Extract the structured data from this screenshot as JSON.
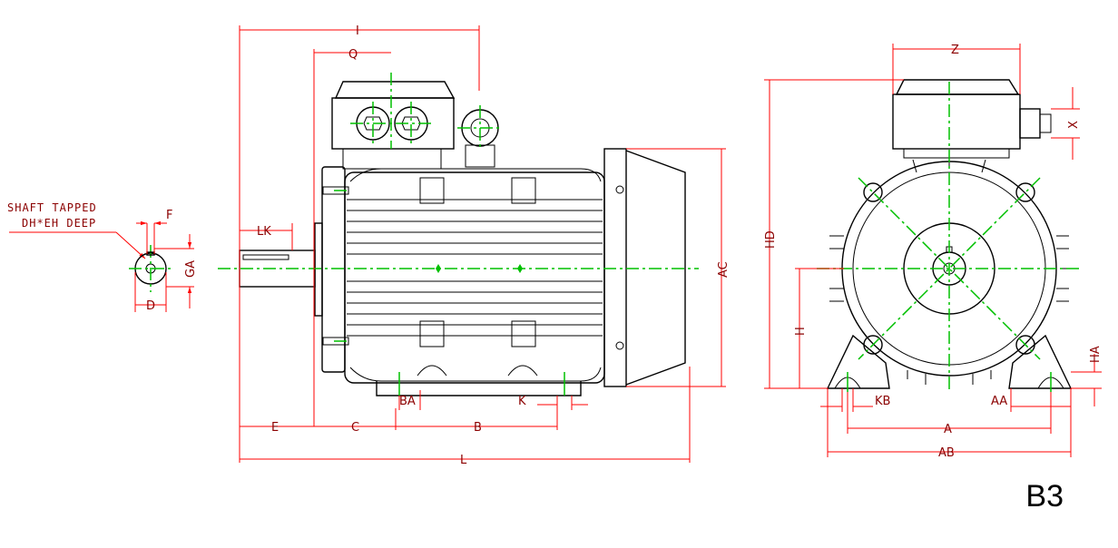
{
  "shaft_note": {
    "line1": "SHAFT TAPPED",
    "line2": "DH*EH DEEP"
  },
  "dims": {
    "F": "F",
    "GA": "GA",
    "D": "D",
    "I": "I",
    "Q": "Q",
    "LK": "LK",
    "AC": "AC",
    "BA": "BA",
    "K": "K",
    "E": "E",
    "C": "C",
    "B": "B",
    "L": "L",
    "Z": "Z",
    "X": "X",
    "HD": "HD",
    "H": "H",
    "HA": "HA",
    "KB": "KB",
    "AA": "AA",
    "A": "A",
    "AB": "AB"
  },
  "mounting_code": "B3",
  "colors": {
    "outline": "#000000",
    "dimension": "#ff0000",
    "centerline": "#00c000",
    "label": "#8b0000"
  }
}
